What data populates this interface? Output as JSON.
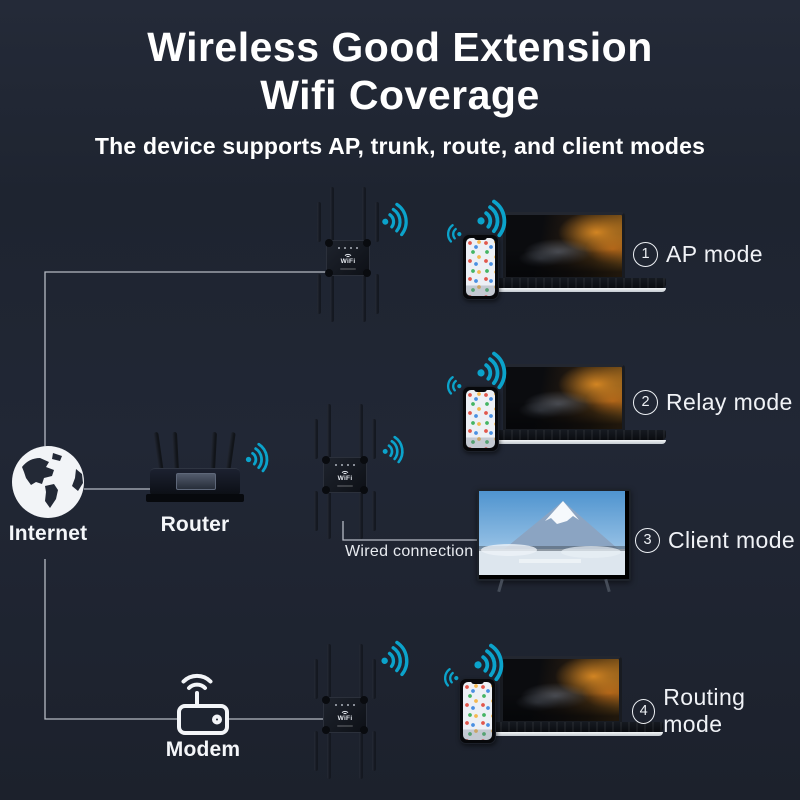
{
  "header": {
    "title_line1": "Wireless Good Extension",
    "title_line2": "Wifi Coverage",
    "subtitle": "The device supports AP, trunk, route, and client modes"
  },
  "diagram": {
    "internet_label": "Internet",
    "router_label": "Router",
    "modem_label": "Modem",
    "wired_connection_label": "Wired connection",
    "repeater_brand": "WiFi",
    "modes": [
      {
        "number": "1",
        "label": "AP mode"
      },
      {
        "number": "2",
        "label": "Relay mode"
      },
      {
        "number": "3",
        "label": "Client mode"
      },
      {
        "number": "4",
        "label": "Routing mode"
      }
    ],
    "colors": {
      "background": "#202634",
      "wifi_accent": "#0BA3CB",
      "text": "#F2F4F7",
      "line": "#C6CBD4"
    }
  }
}
